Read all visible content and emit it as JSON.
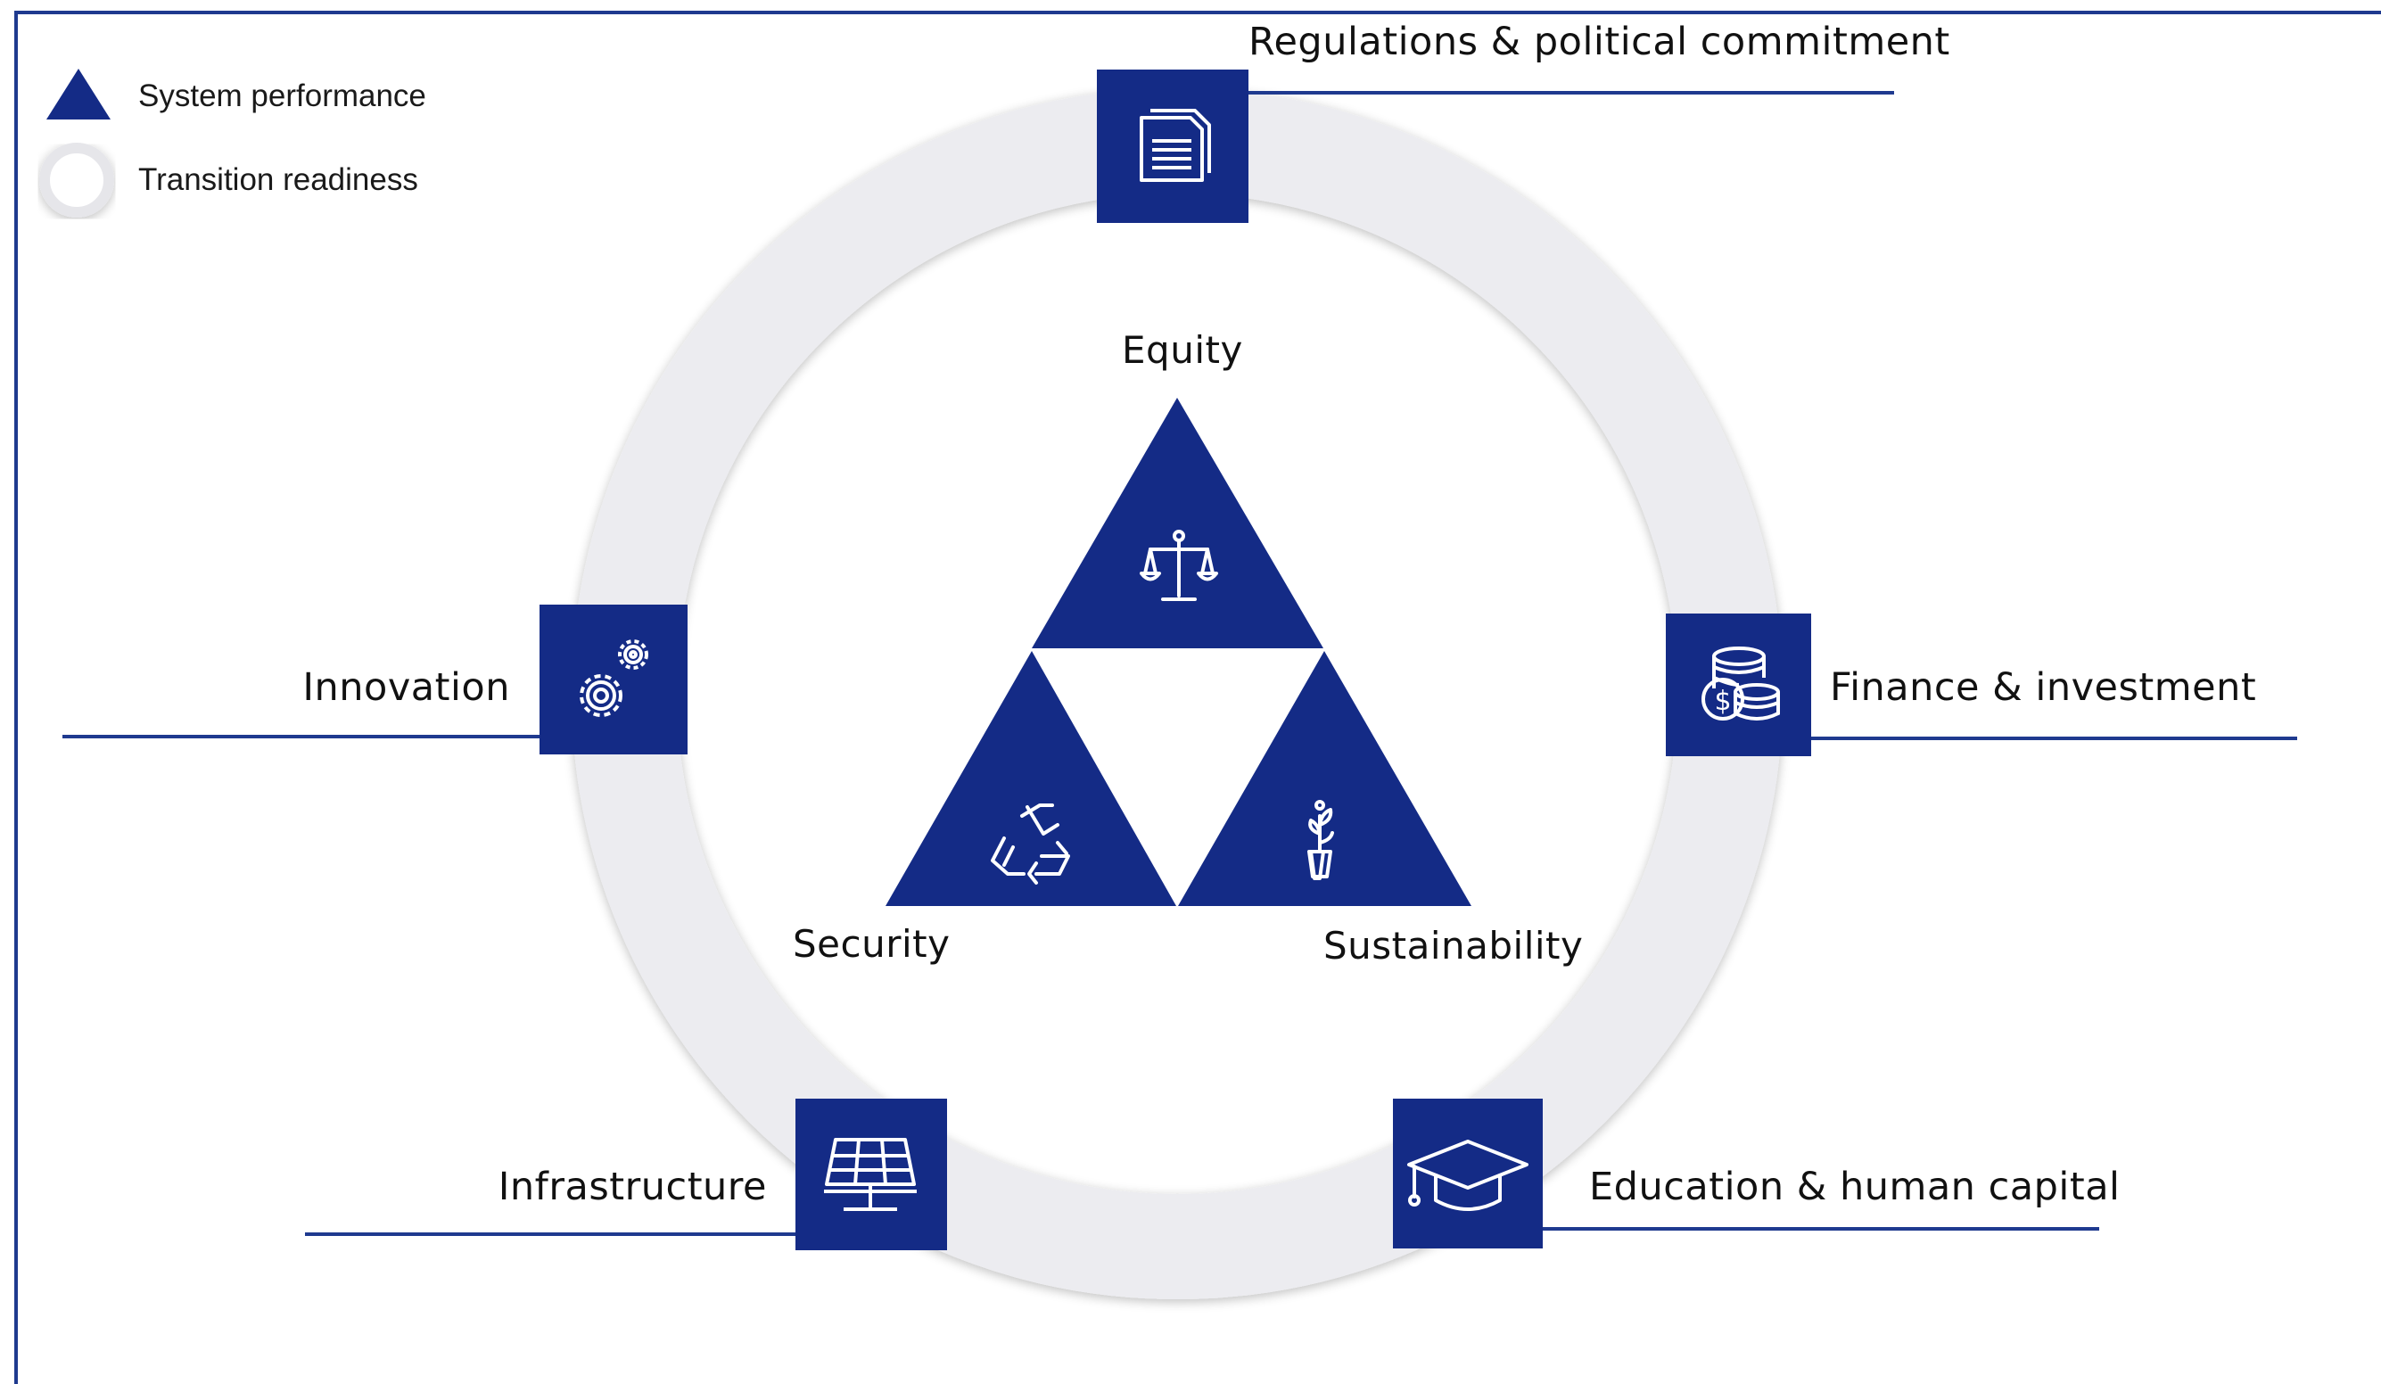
{
  "colors": {
    "navy": "#142b86",
    "ring": "#ededf0",
    "white": "#ffffff"
  },
  "legend": {
    "items": [
      {
        "symbol": "triangle",
        "label": "System performance"
      },
      {
        "symbol": "circle",
        "label": "Transition readiness"
      }
    ]
  },
  "center": {
    "triangles": [
      {
        "label": "Equity",
        "icon": "scales-icon"
      },
      {
        "label": "Security",
        "icon": "recycle-icon"
      },
      {
        "label": "Sustainability",
        "icon": "plant-icon"
      }
    ]
  },
  "ring": {
    "pillars": [
      {
        "label": "Regulations & political commitment",
        "icon": "document-icon"
      },
      {
        "label": "Finance & investment",
        "icon": "money-icon"
      },
      {
        "label": "Education & human capital",
        "icon": "graduation-cap-icon"
      },
      {
        "label": "Infrastructure",
        "icon": "solar-panel-icon"
      },
      {
        "label": "Innovation",
        "icon": "gears-icon"
      }
    ]
  }
}
